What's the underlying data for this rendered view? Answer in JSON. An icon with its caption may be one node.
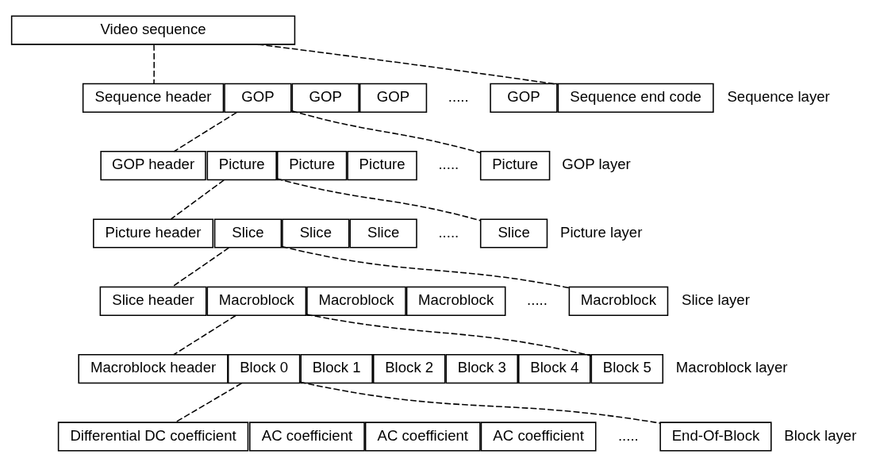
{
  "diagram": {
    "nodes": [
      {
        "text": [
          "Video sequence"
        ]
      },
      {
        "text": [
          "Sequence header"
        ]
      },
      {
        "text": [
          "GOP"
        ]
      },
      {
        "text": [
          "GOP"
        ]
      },
      {
        "text": [
          "GOP"
        ]
      },
      {
        "text": [
          "GOP"
        ]
      },
      {
        "text": [
          "Sequence end code"
        ]
      },
      {
        "text": [
          "GOP header"
        ]
      },
      {
        "text": [
          "Picture"
        ]
      },
      {
        "text": [
          "Picture"
        ]
      },
      {
        "text": [
          "Picture"
        ]
      },
      {
        "text": [
          "Picture"
        ]
      },
      {
        "text": [
          "Picture header"
        ]
      },
      {
        "text": [
          "Slice"
        ]
      },
      {
        "text": [
          "Slice"
        ]
      },
      {
        "text": [
          "Slice"
        ]
      },
      {
        "text": [
          "Slice"
        ]
      },
      {
        "text": [
          "Slice header"
        ]
      },
      {
        "text": [
          "Macroblock"
        ]
      },
      {
        "text": [
          "Macroblock"
        ]
      },
      {
        "text": [
          "Macroblock"
        ]
      },
      {
        "text": [
          "Macroblock"
        ]
      },
      {
        "text": [
          "Macroblock header"
        ]
      },
      {
        "text": [
          "Block 0"
        ]
      },
      {
        "text": [
          "Block 1"
        ]
      },
      {
        "text": [
          "Block 2"
        ]
      },
      {
        "text": [
          "Block 3"
        ]
      },
      {
        "text": [
          "Block 4"
        ]
      },
      {
        "text": [
          "Block 5"
        ]
      },
      {
        "text": [
          "Differential DC coefficient"
        ]
      },
      {
        "text": [
          "AC coefficient"
        ]
      },
      {
        "text": [
          "AC coefficient"
        ]
      },
      {
        "text": [
          "AC coefficient"
        ]
      },
      {
        "text": [
          "End-Of-Block"
        ]
      }
    ],
    "edges": [
      {
        "from": 0,
        "to": 1,
        "arrow": "none",
        "style": "dashed"
      },
      {
        "from": 0,
        "to": 6,
        "arrow": "none",
        "style": "dashed"
      },
      {
        "from": 2,
        "to": 7,
        "arrow": "none",
        "style": "dashed"
      },
      {
        "from": 2,
        "to": 11,
        "arrow": "none",
        "style": "dashed"
      },
      {
        "from": 8,
        "to": 12,
        "arrow": "none",
        "style": "dashed"
      },
      {
        "from": 8,
        "to": 16,
        "arrow": "none",
        "style": "dashed"
      },
      {
        "from": 13,
        "to": 17,
        "arrow": "none",
        "style": "dashed"
      },
      {
        "from": 13,
        "to": 21,
        "arrow": "none",
        "style": "dashed"
      },
      {
        "from": 18,
        "to": 22,
        "arrow": "none",
        "style": "dashed"
      },
      {
        "from": 18,
        "to": 28,
        "arrow": "none",
        "style": "dashed"
      },
      {
        "from": 23,
        "to": 29,
        "arrow": "none",
        "style": "dashed"
      },
      {
        "from": 23,
        "to": 33,
        "arrow": "none",
        "style": "dashed"
      }
    ],
    "labels": [
      ".....",
      "Sequence layer",
      ".....",
      "GOP layer",
      ".....",
      "Picture layer",
      ".....",
      "Slice layer",
      "Macroblock layer",
      ".....",
      "Block layer"
    ]
  }
}
